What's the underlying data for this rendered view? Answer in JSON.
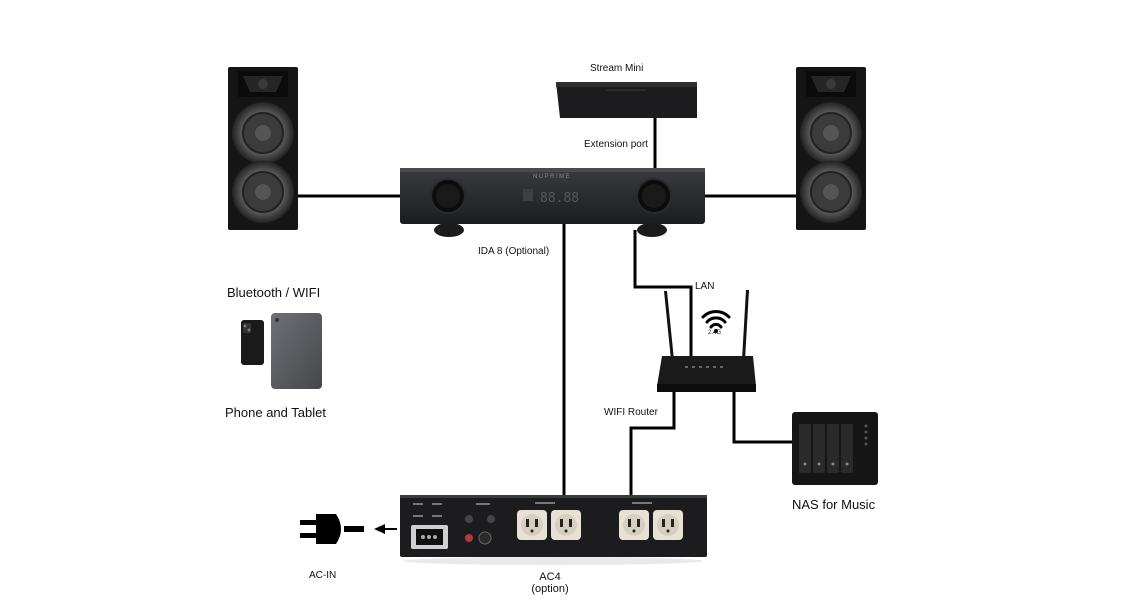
{
  "labels": {
    "stream_mini": "Stream Mini",
    "extension_port": "Extension port",
    "ida8": "IDA 8 (Optional)",
    "lan": "LAN",
    "wifi_band": "2.4G",
    "bluetooth_wifi": "Bluetooth / WIFI",
    "phone_tablet": "Phone and Tablet",
    "wifi_router": "WIFI Router",
    "nas": "NAS for Music",
    "ac_in": "AC-IN",
    "ac4": "AC4",
    "ac4_option": "(option)",
    "brand": "NUPRIME",
    "display": "88.88"
  },
  "colors": {
    "cable": "#000000",
    "device_dark": "#1c1c1e",
    "speaker": "#151515",
    "tablet": "#55575c"
  },
  "icons": [
    "speaker-icon",
    "stream-mini-icon",
    "amplifier-icon",
    "router-icon",
    "wifi-icon",
    "phone-icon",
    "tablet-icon",
    "nas-icon",
    "power-conditioner-icon",
    "power-plug-icon",
    "arrow-left-icon"
  ]
}
